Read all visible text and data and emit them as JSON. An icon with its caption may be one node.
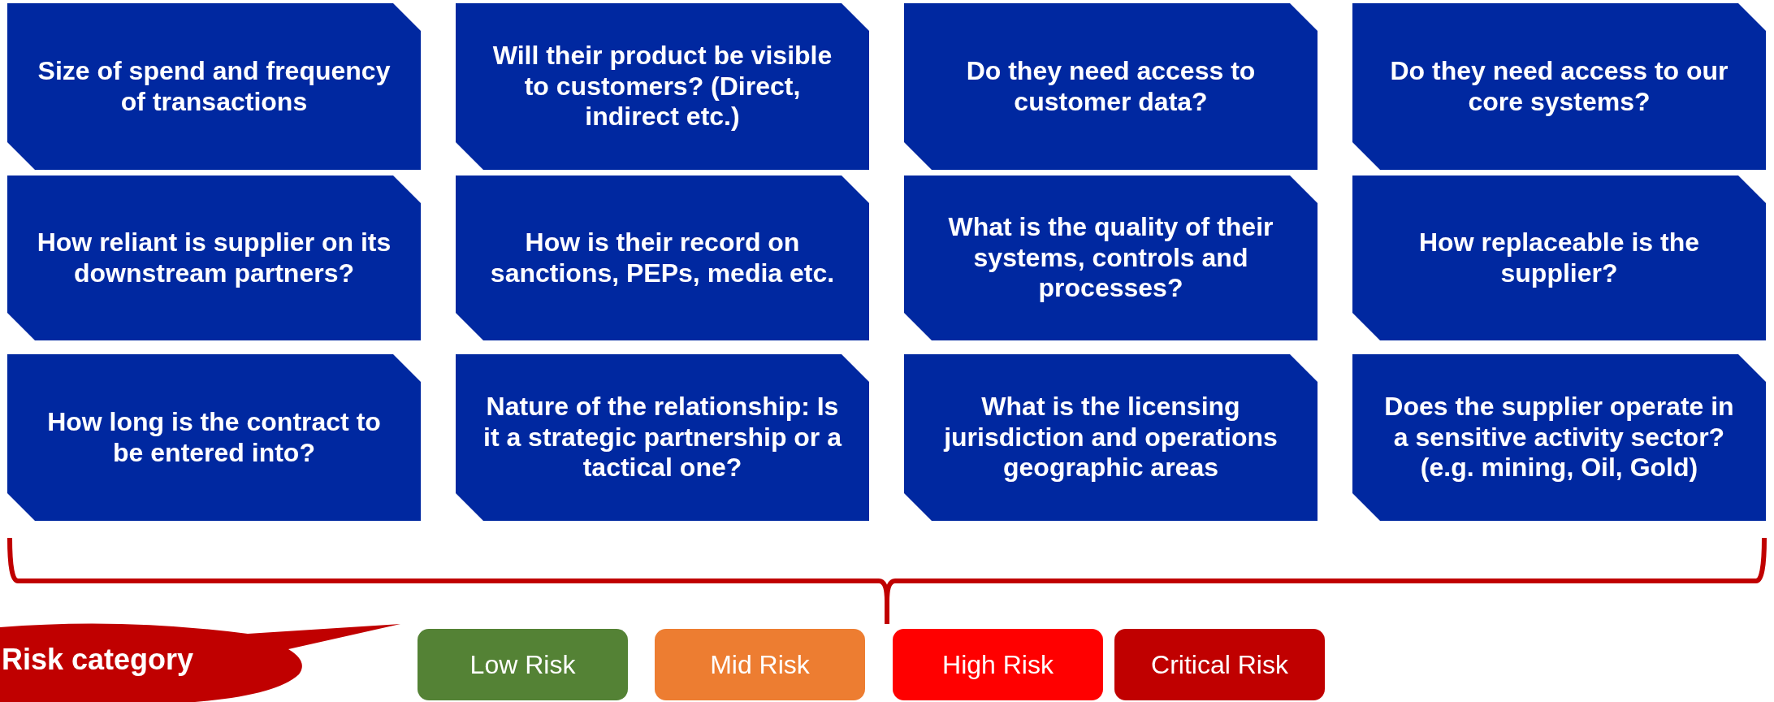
{
  "diagram": {
    "nodes": [
      {
        "text": [
          "Size of spend and frequency of transactions"
        ]
      },
      {
        "text": [
          "Will their product be visible to customers? (Direct, indirect etc.)"
        ]
      },
      {
        "text": [
          "Do they need access to customer data?"
        ]
      },
      {
        "text": [
          "Do they need access to our core systems?"
        ]
      },
      {
        "text": [
          "How reliant is supplier on its downstream partners?"
        ]
      },
      {
        "text": [
          "How is their record on sanctions, PEPs, media etc."
        ]
      },
      {
        "text": [
          "What is the quality of their systems, controls and processes?"
        ]
      },
      {
        "text": [
          "How replaceable is the supplier?"
        ]
      },
      {
        "text": [
          "How long is the contract to be entered into?"
        ]
      },
      {
        "text": [
          "Nature of the relationship: Is it a strategic partnership or a tactical one?"
        ]
      },
      {
        "text": [
          "What is the licensing jurisdiction and operations geographic areas"
        ]
      },
      {
        "text": [
          "Does the supplier operate in a sensitive activity sector? (e.g. mining, Oil, Gold)"
        ]
      },
      {
        "text": [
          "Risk category"
        ]
      }
    ],
    "legend": [
      {
        "text": "Low Risk",
        "color": "#548235"
      },
      {
        "text": "Mid Risk",
        "color": "#ed7d31"
      },
      {
        "text": "High Risk",
        "color": "#ff0000"
      },
      {
        "text": "Critical Risk",
        "color": "#c00000"
      }
    ]
  }
}
